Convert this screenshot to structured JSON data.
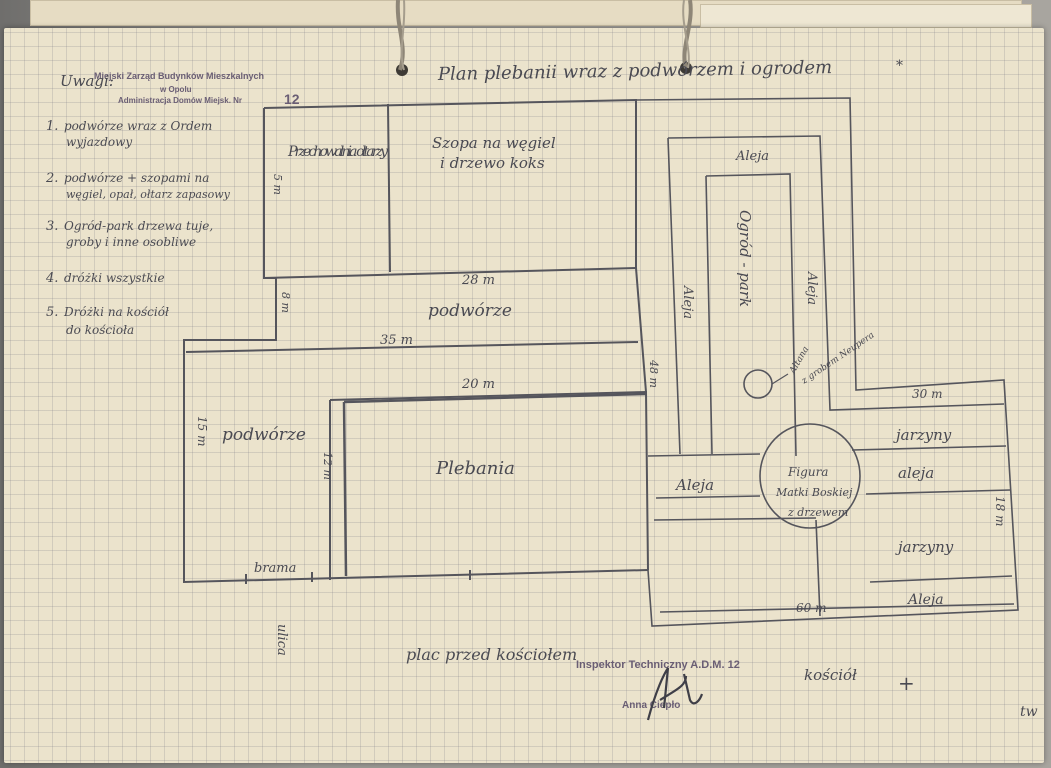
{
  "title": "Plan plebanii wraz z podwórzem i ogrodem",
  "legend": {
    "heading": "Uwagi:",
    "items": [
      {
        "number": "1.",
        "line1": "podwórze wraz z Ordem",
        "line2": "wyjazdowy"
      },
      {
        "number": "2.",
        "line1": "podwórze + szopami na",
        "line2": "węgiel, opał, ołtarz zapasowy"
      },
      {
        "number": "3.",
        "line1": "Ogród-park drzewa tuje,",
        "line2": "groby i inne osobliwe"
      },
      {
        "number": "4.",
        "line1": "dróżki wszystkie",
        "line2": ""
      },
      {
        "number": "5.",
        "line1": "Dróżki na kościół",
        "line2": "do kościoła"
      }
    ]
  },
  "stamp": {
    "line1": "Miejski Zarząd Budynków Mieszkalnych",
    "line2": "w Opolu",
    "line3": "Administracja Domów Miejsk. Nr",
    "number": "12"
  },
  "rooms": {
    "przechowalnia": "Przechowalnia ołtarzy",
    "szopa_line1": "Szopa na węgiel",
    "szopa_line2": "i drzewo koks",
    "podworze_top": "podwórze",
    "podworze_left": "podwórze",
    "plebania": "Plebania",
    "brama": "brama",
    "ogrod_park": "Ogród - park",
    "figura_line1": "Figura",
    "figura_line2": "Matki Boskiej",
    "figura_line3": "z drzewem",
    "altana_line1": "Altana",
    "altana_line2": "z grobem Neupera",
    "jarzyny_1": "jarzyny",
    "jarzyny_2": "jarzyny",
    "aleja_top": "Aleja",
    "aleja_left": "Aleja",
    "aleja_right": "Aleja",
    "aleja_mid": "Aleja",
    "aleja_row": "aleja",
    "aleja_bottom": "Aleja"
  },
  "dimensions": {
    "d5m": "5 m",
    "d28m": "28 m",
    "d8m": "8 m",
    "d35m": "35 m",
    "d20m": "20 m",
    "d15m": "15 m",
    "d12m": "12 m",
    "d48m": "48 m",
    "d30m": "30 m",
    "d18m": "18 m",
    "d60m": "60 m"
  },
  "outside": {
    "ulica": "ulica",
    "plac": "plac przed kościołem",
    "kosciol": "kościół",
    "cross": "+",
    "corner_mark": "tw"
  },
  "inspector": {
    "title": "Inspektor Techniczny A.D.M. 12",
    "name": "Anna Ciepło"
  }
}
